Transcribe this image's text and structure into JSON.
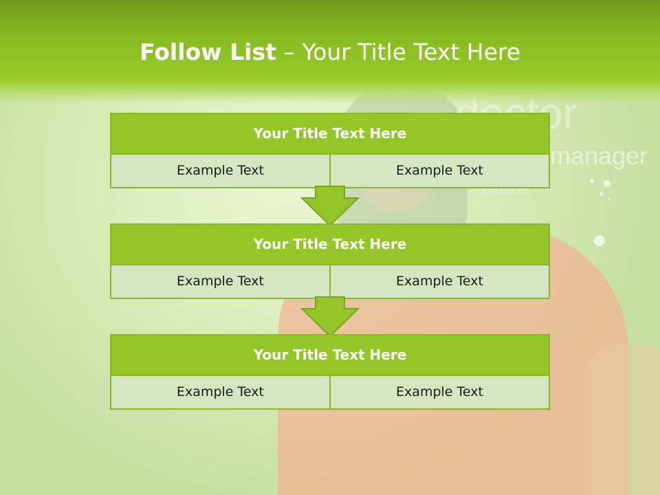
{
  "slide": {
    "title_bold": "Follow List",
    "title_rest": " – Your Title Text Here"
  },
  "background": {
    "words": [
      "designer",
      "doctor",
      "manager",
      "banker"
    ]
  },
  "steps": [
    {
      "title": "Your Title Text Here",
      "cells": [
        "Example Text",
        "Example Text"
      ]
    },
    {
      "title": "Your Title Text Here",
      "cells": [
        "Example Text",
        "Example Text"
      ]
    },
    {
      "title": "Your Title Text Here",
      "cells": [
        "Example Text",
        "Example Text"
      ]
    }
  ],
  "colors": {
    "accent": "#93c626",
    "border": "#8bb52a",
    "cell_fill": "#d5e7c0",
    "header_dark": "#6f9a1a"
  },
  "icons": [
    "arrow-down-icon",
    "arrow-down-icon"
  ]
}
